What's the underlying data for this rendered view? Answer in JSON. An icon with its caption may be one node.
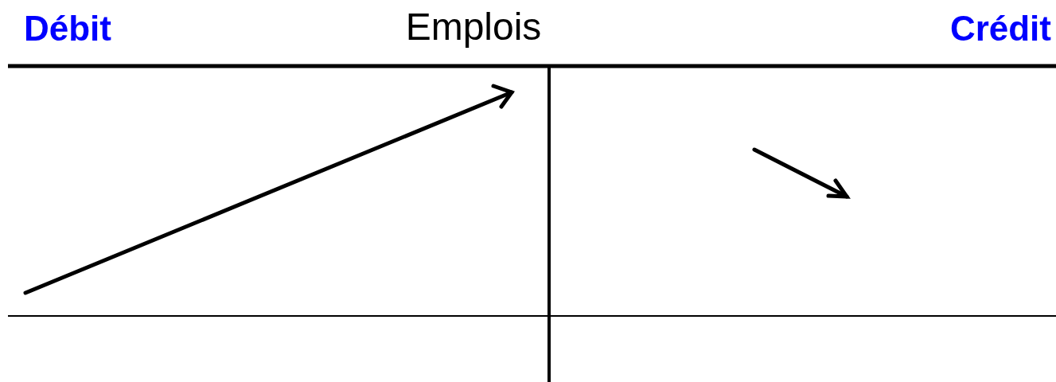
{
  "diagram": {
    "title": "Emplois",
    "labels": [
      "Débit",
      "Crédit"
    ]
  }
}
